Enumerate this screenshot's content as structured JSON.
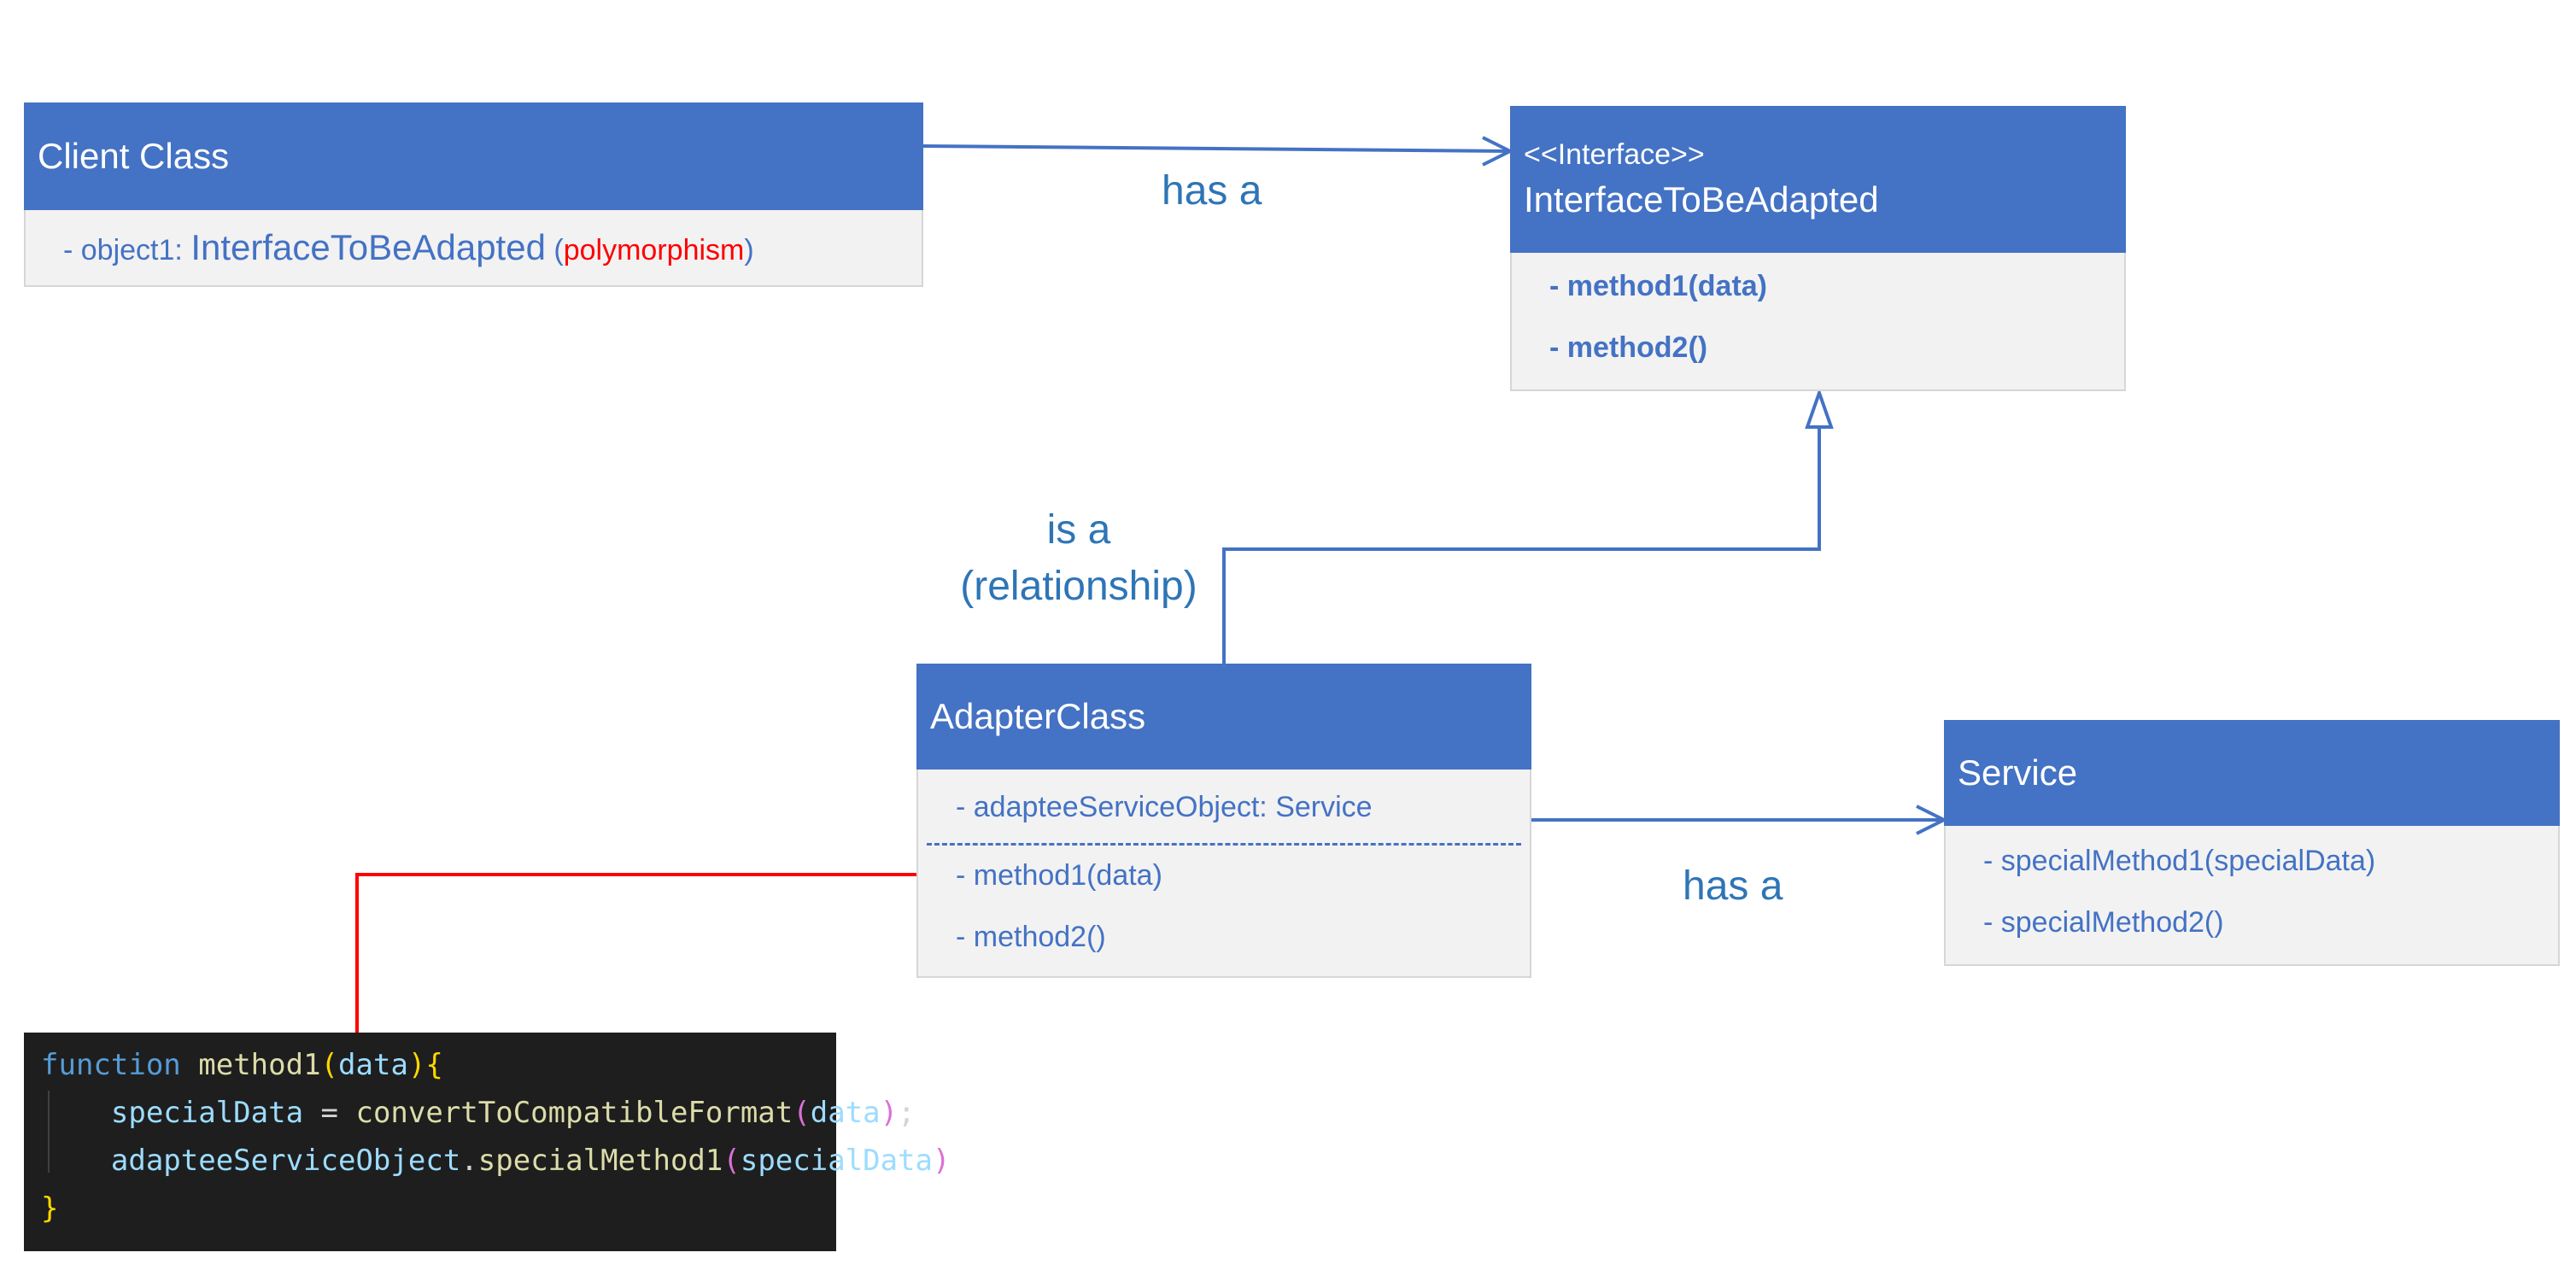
{
  "client": {
    "title": "Client Class",
    "attr_prefix": "- object1: ",
    "attr_type": "InterfaceToBeAdapted",
    "paren_open": "(",
    "attr_note": "polymorphism",
    "paren_close": ")"
  },
  "iface": {
    "stereotype": "<<Interface>>",
    "title": "InterfaceToBeAdapted",
    "methods": [
      "- method1(data)",
      "- method2()"
    ]
  },
  "adapter": {
    "title": "AdapterClass",
    "attribute": "- adapteeServiceObject: Service",
    "methods": [
      "- method1(data)",
      "- method2()"
    ]
  },
  "service": {
    "title": "Service",
    "methods": [
      "- specialMethod1(specialData)",
      "- specialMethod2()"
    ]
  },
  "labels": {
    "has_a_top": "has a",
    "is_a_line1": "is a",
    "is_a_line2": "(relationship)",
    "has_a_bottom": "has a"
  },
  "code": {
    "kw_function": "function",
    "fn_name": "method1",
    "param": "data",
    "var_special": "specialData",
    "assign": " = ",
    "fn_convert": "convertToCompatibleFormat",
    "semicolon": ";",
    "obj": "adapteeServiceObject",
    "dot": ".",
    "fn_special": "specialMethod1",
    "open_paren": "(",
    "close_paren": ")",
    "open_brace": "{",
    "close_brace": "}"
  },
  "colors": {
    "header_blue": "#4472c4",
    "body_gray": "#f2f2f2",
    "label_blue": "#2e75b6",
    "note_red": "#ff0000",
    "code_bg": "#1e1e1e"
  }
}
